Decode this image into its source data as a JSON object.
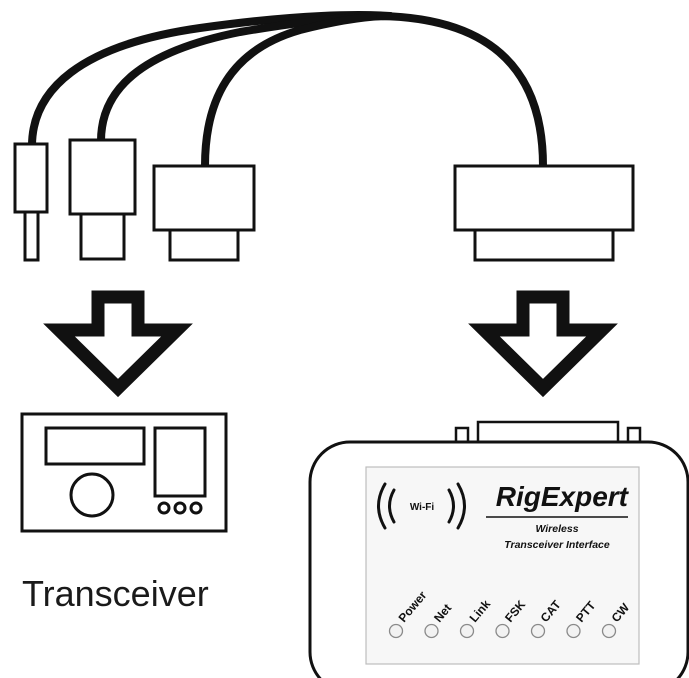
{
  "labels": {
    "transceiver": "Transceiver",
    "brand": "RigExpert",
    "subtitle_line1": "Wireless",
    "subtitle_line2": "Transceiver Interface",
    "wifi": "Wi-Fi"
  },
  "leds": [
    "Power",
    "Net",
    "Link",
    "FSK",
    "CAT",
    "PTT",
    "CW"
  ],
  "colors": {
    "stroke": "#111111",
    "panel_bg": "#f7f7f7",
    "led_fill": "#f2f2f2",
    "led_stroke": "#8a8a8a"
  }
}
